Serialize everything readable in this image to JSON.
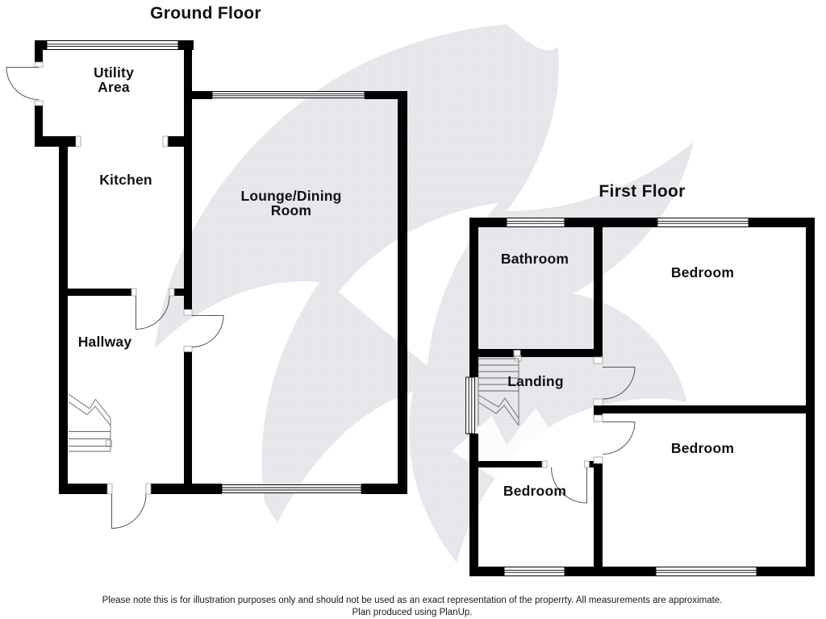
{
  "ground_floor": {
    "title": "Ground Floor",
    "rooms": {
      "utility": "Utility\nArea",
      "kitchen": "Kitchen",
      "lounge_dining": "Lounge/Dining\nRoom",
      "hallway": "Hallway"
    }
  },
  "first_floor": {
    "title": "First Floor",
    "rooms": {
      "bathroom": "Bathroom",
      "bedroom_rear": "Bedroom",
      "bedroom_front": "Bedroom",
      "bedroom_small": "Bedroom",
      "landing": "Landing"
    }
  },
  "footer": {
    "disclaimer": "Please note this is for illustration purposes only and should not be used as an exact representation of the properrty. All measurements are approximate.",
    "credit": "Plan produced using PlanUp."
  },
  "colors": {
    "wall": "#000000",
    "watermark": "#e6e6eb",
    "background": "#ffffff"
  }
}
